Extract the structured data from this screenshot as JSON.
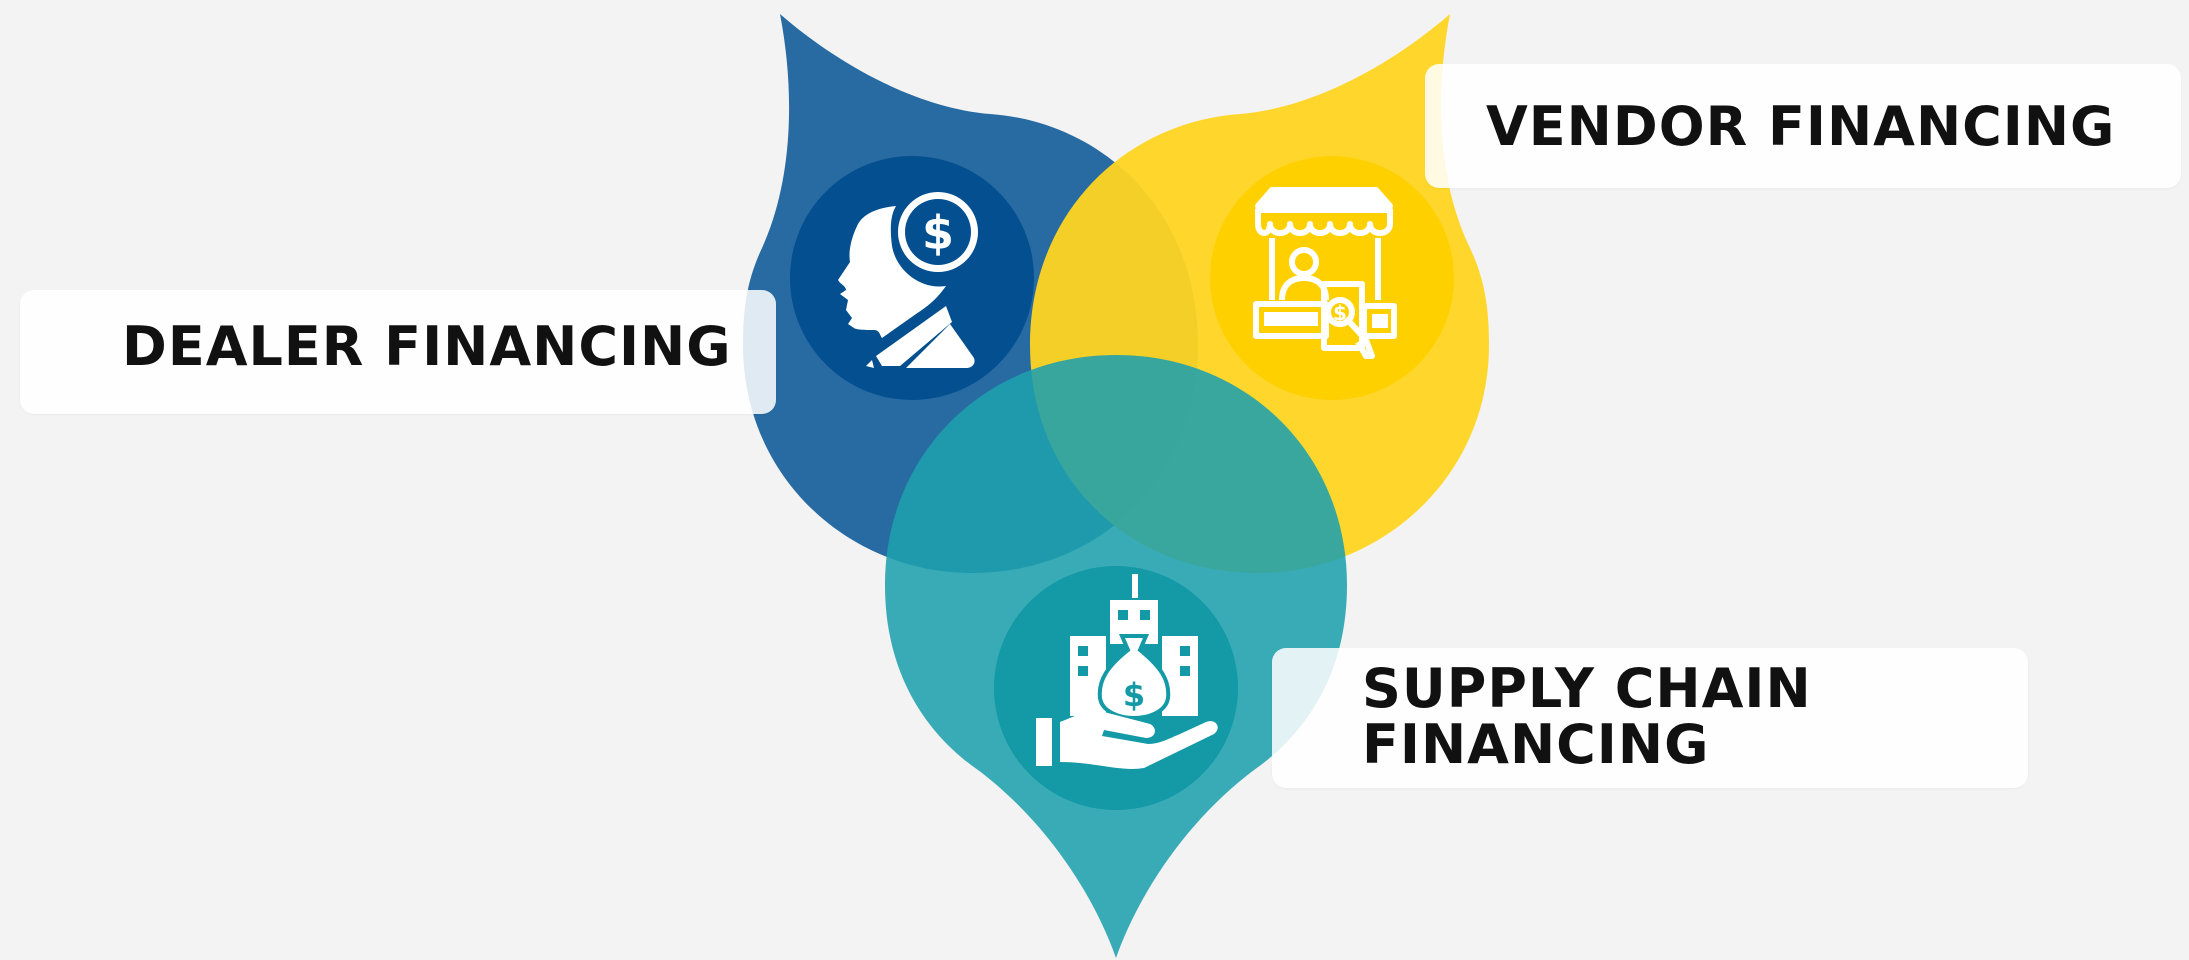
{
  "colors": {
    "background": "#f3f3f3",
    "dealer_petal": "#2468a0",
    "dealer_circle": "#034f8f",
    "vendor_petal": "#ffd521",
    "vendor_circle": "#ffd000",
    "supply_petal": "#1ea0ad",
    "supply_circle": "#139aa6",
    "icon_fill": "#ffffff"
  },
  "labels": {
    "dealer": "DEALER FINANCING",
    "vendor": "VENDOR FINANCING",
    "supply_line1": "SUPPLY CHAIN",
    "supply_line2": "FINANCING"
  },
  "icons": {
    "dealer": "head-with-dollar-coin-icon",
    "vendor": "market-stall-vendor-icon",
    "supply": "hand-holding-money-bag-city-icon"
  }
}
